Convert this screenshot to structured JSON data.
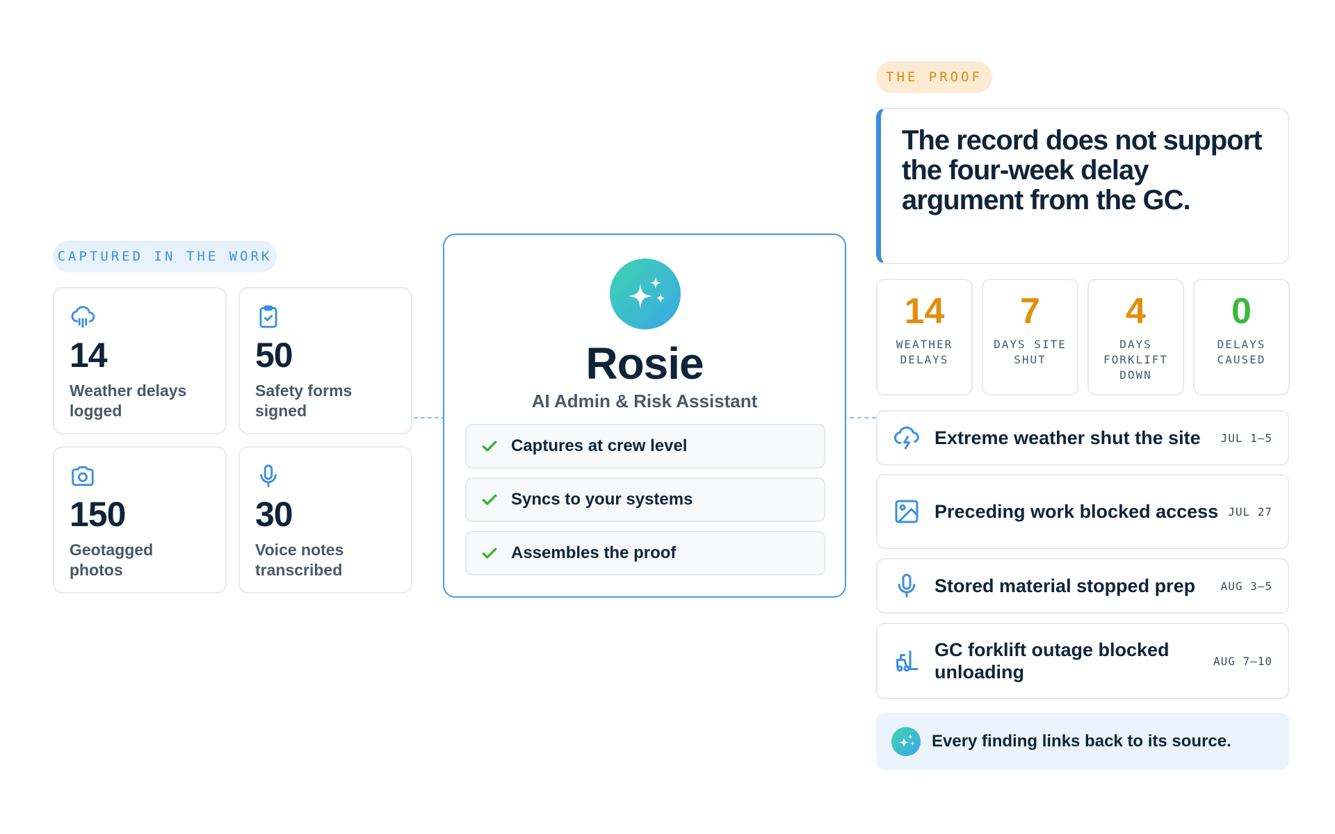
{
  "left": {
    "label": "CAPTURED IN THE WORK",
    "stats": [
      {
        "value": "14",
        "label": "Weather delays logged",
        "icon": "cloud-rain-icon"
      },
      {
        "value": "50",
        "label": "Safety forms signed",
        "icon": "clipboard-check-icon"
      },
      {
        "value": "150",
        "label": "Geotagged photos",
        "icon": "camera-icon"
      },
      {
        "value": "30",
        "label": "Voice notes transcribed",
        "icon": "microphone-icon"
      }
    ]
  },
  "center": {
    "title": "Rosie",
    "subtitle": "AI Admin & Risk Assistant",
    "checks": [
      "Captures at crew level",
      "Syncs to your systems",
      "Assembles the proof"
    ]
  },
  "right": {
    "label": "THE PROOF",
    "quote": "The record does not support the four-week delay argument from the GC.",
    "stats": [
      {
        "value": "14",
        "label": "WEATHER DELAYS",
        "color": "#e0900e"
      },
      {
        "value": "7",
        "label": "DAYS SITE SHUT",
        "color": "#e0900e"
      },
      {
        "value": "4",
        "label": "DAYS FORKLIFT DOWN",
        "color": "#e0900e"
      },
      {
        "value": "0",
        "label": "DELAYS CAUSED",
        "color": "#3cb83a"
      }
    ],
    "findings": [
      {
        "text": "Extreme weather shut the site",
        "date": "JUL 1–5",
        "icon": "cloud-lightning-icon"
      },
      {
        "text": "Preceding work blocked access",
        "date": "JUL 27",
        "icon": "image-icon"
      },
      {
        "text": "Stored material stopped prep",
        "date": "AUG 3–5",
        "icon": "microphone-icon"
      },
      {
        "text": "GC forklift outage blocked unloading",
        "date": "AUG 7–10",
        "icon": "forklift-icon"
      }
    ],
    "footer": "Every finding links back to its source."
  },
  "colors": {
    "accent_blue": "#3a8ee0",
    "accent_orange": "#e0900e",
    "accent_green": "#3cb83a",
    "check_green": "#34b233"
  }
}
